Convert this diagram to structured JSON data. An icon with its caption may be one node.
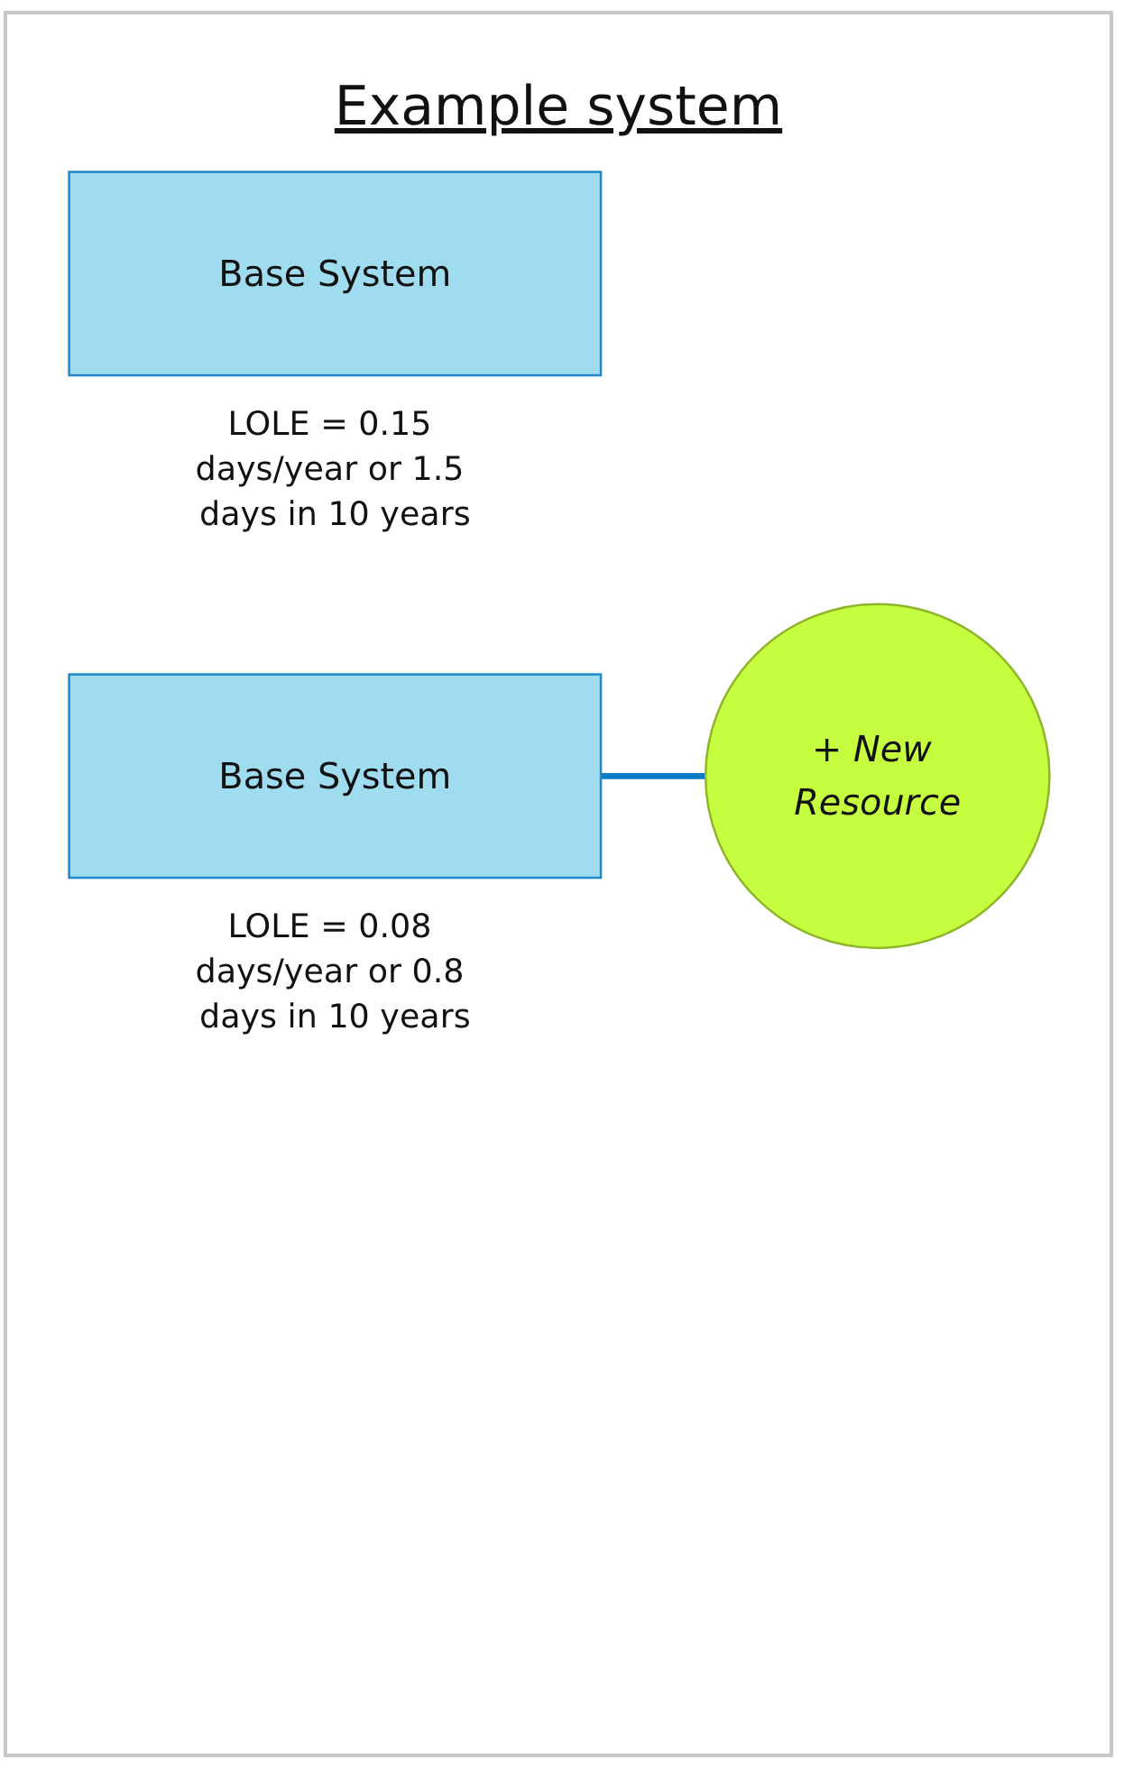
{
  "diagram": {
    "title": "Example system",
    "nodes": [
      {
        "text": [
          "Base System"
        ],
        "beside": [
          "LOLE = 0.15 days/year or 1.5 days in 10 years"
        ]
      },
      {
        "text": [
          "Base System"
        ],
        "beside": [
          "LOLE = 0.08 days/year or 0.8 days in 10 years"
        ]
      },
      {
        "text": [
          "+ New Resource"
        ]
      }
    ],
    "edges": [
      {
        "from": 1,
        "to": 2,
        "arrow": "none",
        "color": "#0a7cc4"
      }
    ]
  }
}
